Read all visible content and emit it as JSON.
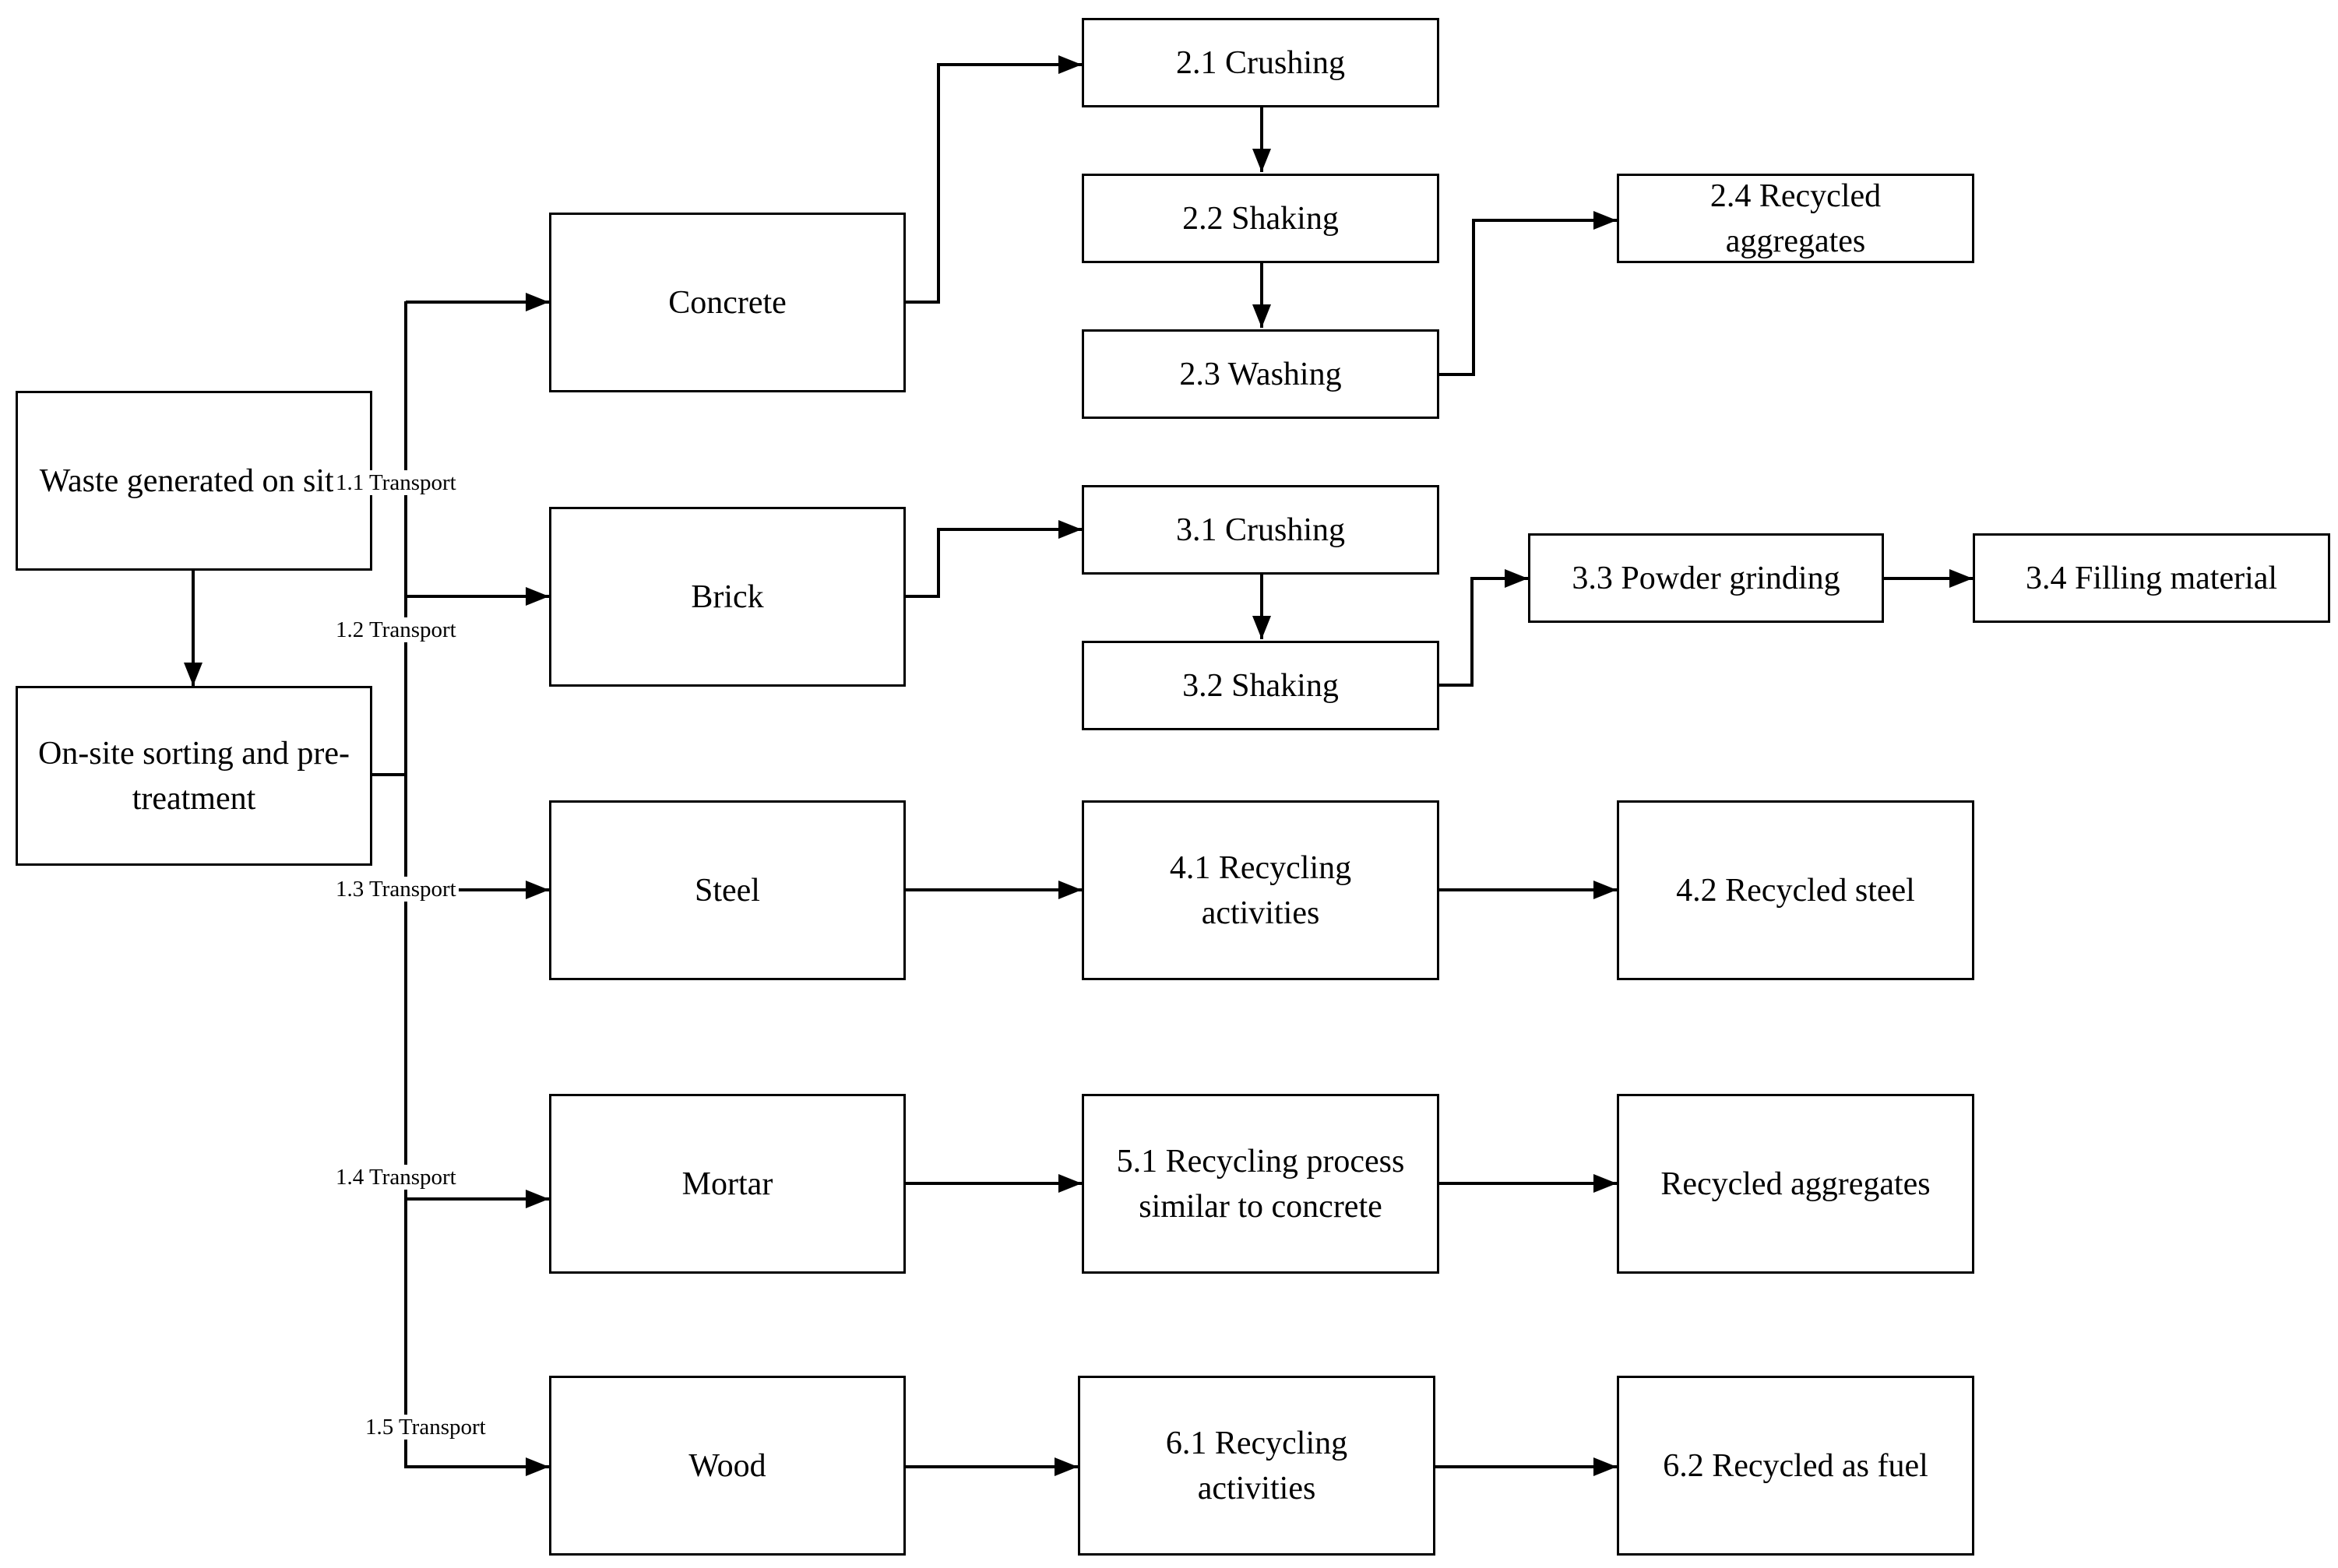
{
  "diagram": {
    "nodes": {
      "waste": "Waste generated on site",
      "sorting": "On-site sorting and pre-treatment",
      "concrete": "Concrete",
      "brick": "Brick",
      "steel": "Steel",
      "mortar": "Mortar",
      "wood": "Wood",
      "c1": "2.1 Crushing",
      "c2": "2.2 Shaking",
      "c3": "2.3 Washing",
      "c4": "2.4 Recycled aggregates",
      "b1": "3.1 Crushing",
      "b2": "3.2 Shaking",
      "b3": "3.3 Powder grinding",
      "b4": "3.4 Filling material",
      "s1": "4.1 Recycling activities",
      "s2": "4.2 Recycled steel",
      "m1": "5.1 Recycling process similar to concrete",
      "m2": "Recycled aggregates",
      "w1": "6.1 Recycling activities",
      "w2": "6.2 Recycled as fuel"
    },
    "edge_labels": {
      "t1": "1.1 Transport",
      "t2": "1.2 Transport",
      "t3": "1.3 Transport",
      "t4": "1.4 Transport",
      "t5": "1.5 Transport"
    },
    "edges": [
      {
        "from": "waste",
        "to": "sorting"
      },
      {
        "from": "sorting",
        "to": "concrete",
        "label": "1.1 Transport"
      },
      {
        "from": "sorting",
        "to": "brick",
        "label": "1.2 Transport"
      },
      {
        "from": "sorting",
        "to": "steel",
        "label": "1.3 Transport"
      },
      {
        "from": "sorting",
        "to": "mortar",
        "label": "1.4 Transport"
      },
      {
        "from": "sorting",
        "to": "wood",
        "label": "1.5 Transport"
      },
      {
        "from": "concrete",
        "to": "c1"
      },
      {
        "from": "c1",
        "to": "c2"
      },
      {
        "from": "c2",
        "to": "c3"
      },
      {
        "from": "c3",
        "to": "c4"
      },
      {
        "from": "brick",
        "to": "b1"
      },
      {
        "from": "b1",
        "to": "b2"
      },
      {
        "from": "b2",
        "to": "b3"
      },
      {
        "from": "b3",
        "to": "b4"
      },
      {
        "from": "steel",
        "to": "s1"
      },
      {
        "from": "s1",
        "to": "s2"
      },
      {
        "from": "mortar",
        "to": "m1"
      },
      {
        "from": "m1",
        "to": "m2"
      },
      {
        "from": "wood",
        "to": "w1"
      },
      {
        "from": "w1",
        "to": "w2"
      }
    ]
  }
}
